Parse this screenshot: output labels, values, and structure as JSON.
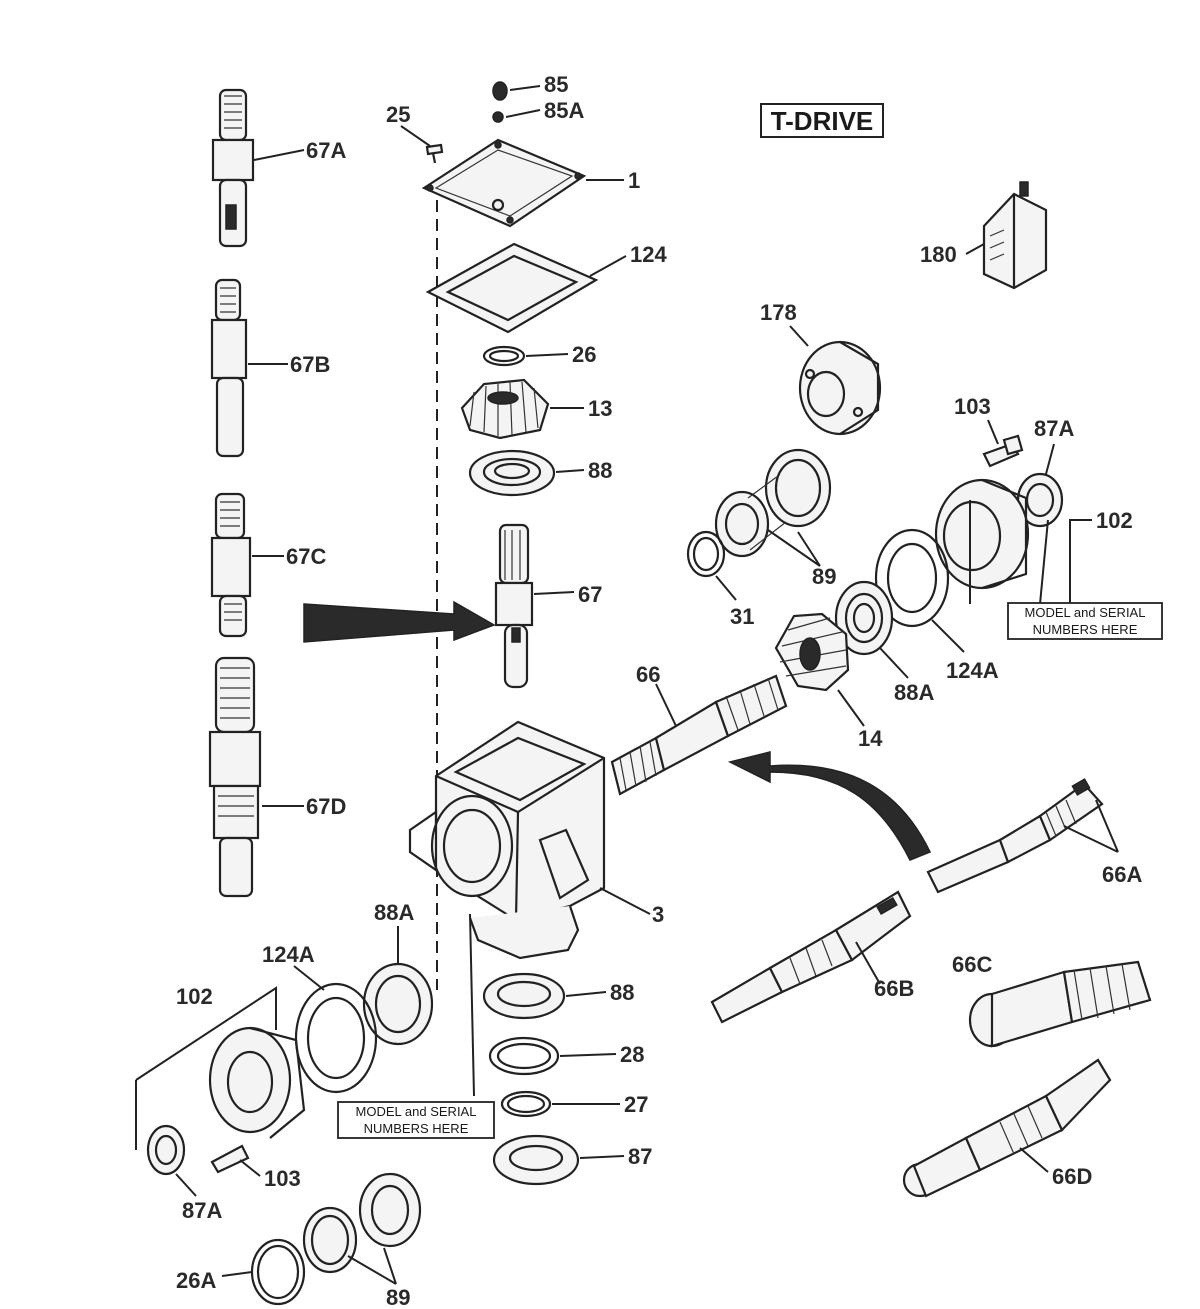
{
  "title": "T-DRIVE",
  "model_serial_note": [
    "MODEL and SERIAL",
    "NUMBERS HERE"
  ],
  "callouts": {
    "c85": "85",
    "c85A": "85A",
    "c25": "25",
    "c1": "1",
    "c124": "124",
    "c26": "26",
    "c13": "13",
    "c88top": "88",
    "c67": "67",
    "c67A": "67A",
    "c67B": "67B",
    "c67C": "67C",
    "c67D": "67D",
    "c180": "180",
    "c178": "178",
    "c103r": "103",
    "c87Ar": "87A",
    "c102r": "102",
    "c89r": "89",
    "c31": "31",
    "c124Ar": "124A",
    "c88Ar": "88A",
    "c14": "14",
    "c66": "66",
    "c66A": "66A",
    "c3": "3",
    "c88Al": "88A",
    "c124Al": "124A",
    "c102l": "102",
    "c88bot": "88",
    "c28": "28",
    "c27": "27",
    "c87": "87",
    "c103l": "103",
    "c87Al": "87A",
    "c26A": "26A",
    "c89l": "89",
    "c66B": "66B",
    "c66C": "66C",
    "c66D": "66D"
  },
  "icons": {
    "big_arrow": "right-arrow-icon",
    "curved_arrow": "curved-arrow-icon"
  },
  "colors": {
    "ink": "#222222",
    "paper": "#ffffff",
    "shade": "#2a2a2a"
  }
}
